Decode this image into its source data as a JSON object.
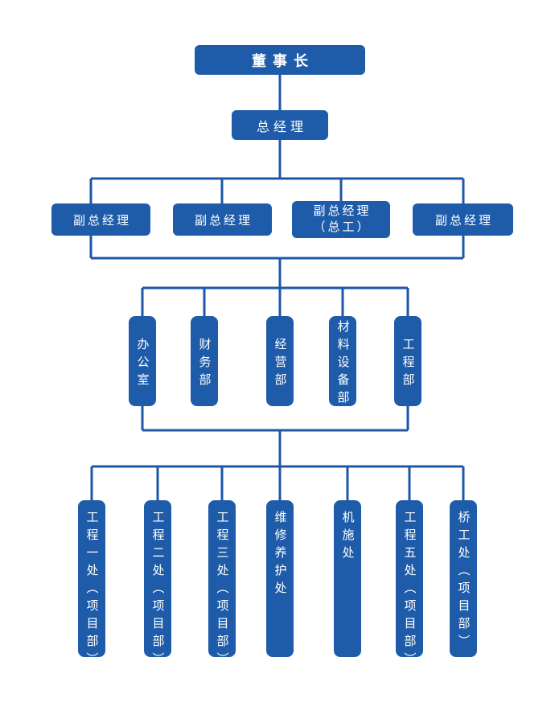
{
  "palette": {
    "box_blue": "#1e5caa",
    "line_blue": "#1c57a8",
    "text_white": "#ffffff",
    "bg": "#ffffff"
  },
  "org": {
    "chairman": {
      "label": "董事长"
    },
    "general_manager": {
      "label": "总经理"
    },
    "deputies": [
      {
        "label": "副总经理"
      },
      {
        "label": "副总经理"
      },
      {
        "label": "副总经理",
        "sublabel": "（总工）"
      },
      {
        "label": "副总经理"
      }
    ],
    "departments": [
      {
        "label": "办公室"
      },
      {
        "label": "财务部"
      },
      {
        "label": "经营部"
      },
      {
        "label": "材料设备部"
      },
      {
        "label": "工程部"
      }
    ],
    "divisions": [
      {
        "label": "工程一处（项目部）"
      },
      {
        "label": "工程二处（项目部）"
      },
      {
        "label": "工程三处（项目部）"
      },
      {
        "label": "维修养护处"
      },
      {
        "label": "机施处"
      },
      {
        "label": "工程五处（项目部）"
      },
      {
        "label": "桥工处（项目部）"
      }
    ]
  }
}
